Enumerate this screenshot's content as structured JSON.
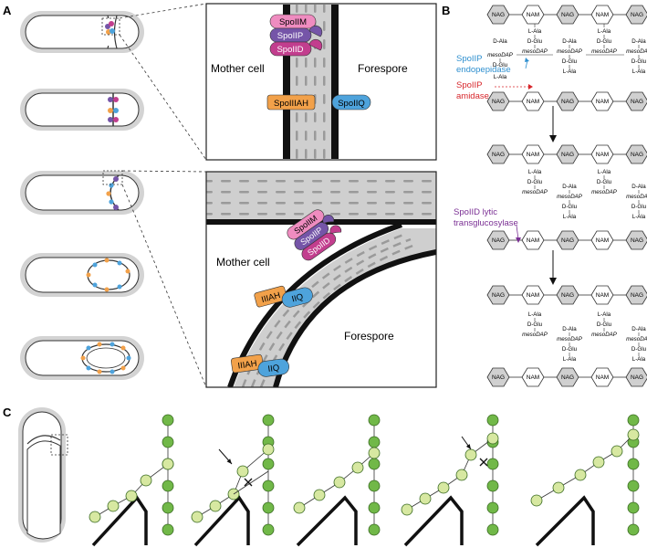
{
  "panels": {
    "a": "A",
    "b": "B",
    "c": "C"
  },
  "panel_a": {
    "zoom_top": {
      "mother_cell": "Mother cell",
      "forespore": "Forespore",
      "proteins": {
        "m": "SpoIIM",
        "p": "SpoIIP",
        "d": "SpoIID",
        "aah": "SpoIIIAH",
        "q": "SpoIIQ"
      }
    },
    "zoom_bottom": {
      "mother_cell": "Mother cell",
      "forespore": "Forespore",
      "proteins": {
        "m": "SpoIIM",
        "p": "SpoIIP",
        "d": "SpoIID"
      },
      "pair1": {
        "aah": "IIIAH",
        "q": "IIQ"
      },
      "pair2": {
        "aah": "IIIAH",
        "q": "IIQ"
      }
    }
  },
  "panel_b": {
    "nag": "NAG",
    "nam": "NAM",
    "peptide": {
      "ala": "L-Ala",
      "glu": "D-Glu",
      "dap": "mesoDAP",
      "dala": "D-Ala"
    },
    "enzymes": {
      "endopeptidase_1": "SpoIIP",
      "endopeptidase_2": "endopepidase",
      "amidase_1": "SpoIIP",
      "amidase_2": "amidase",
      "lytic_1": "SpoIID lytic",
      "lytic_2": "transglucosylase"
    }
  },
  "colors": {
    "spoiim": "#ef8cc0",
    "spoiip": "#7555a8",
    "spoiid": "#c23e8e",
    "spoiiiah": "#f2a14a",
    "spoiiq": "#4ea3dc",
    "endopeptidase": "#2e8fcf",
    "amidase": "#d7262b",
    "lytic": "#7a2f94",
    "bead_dark": "#71b848",
    "bead_light": "#d7e8a1",
    "wall": "#c8c8c8",
    "sugar": "#d0d0d0"
  }
}
